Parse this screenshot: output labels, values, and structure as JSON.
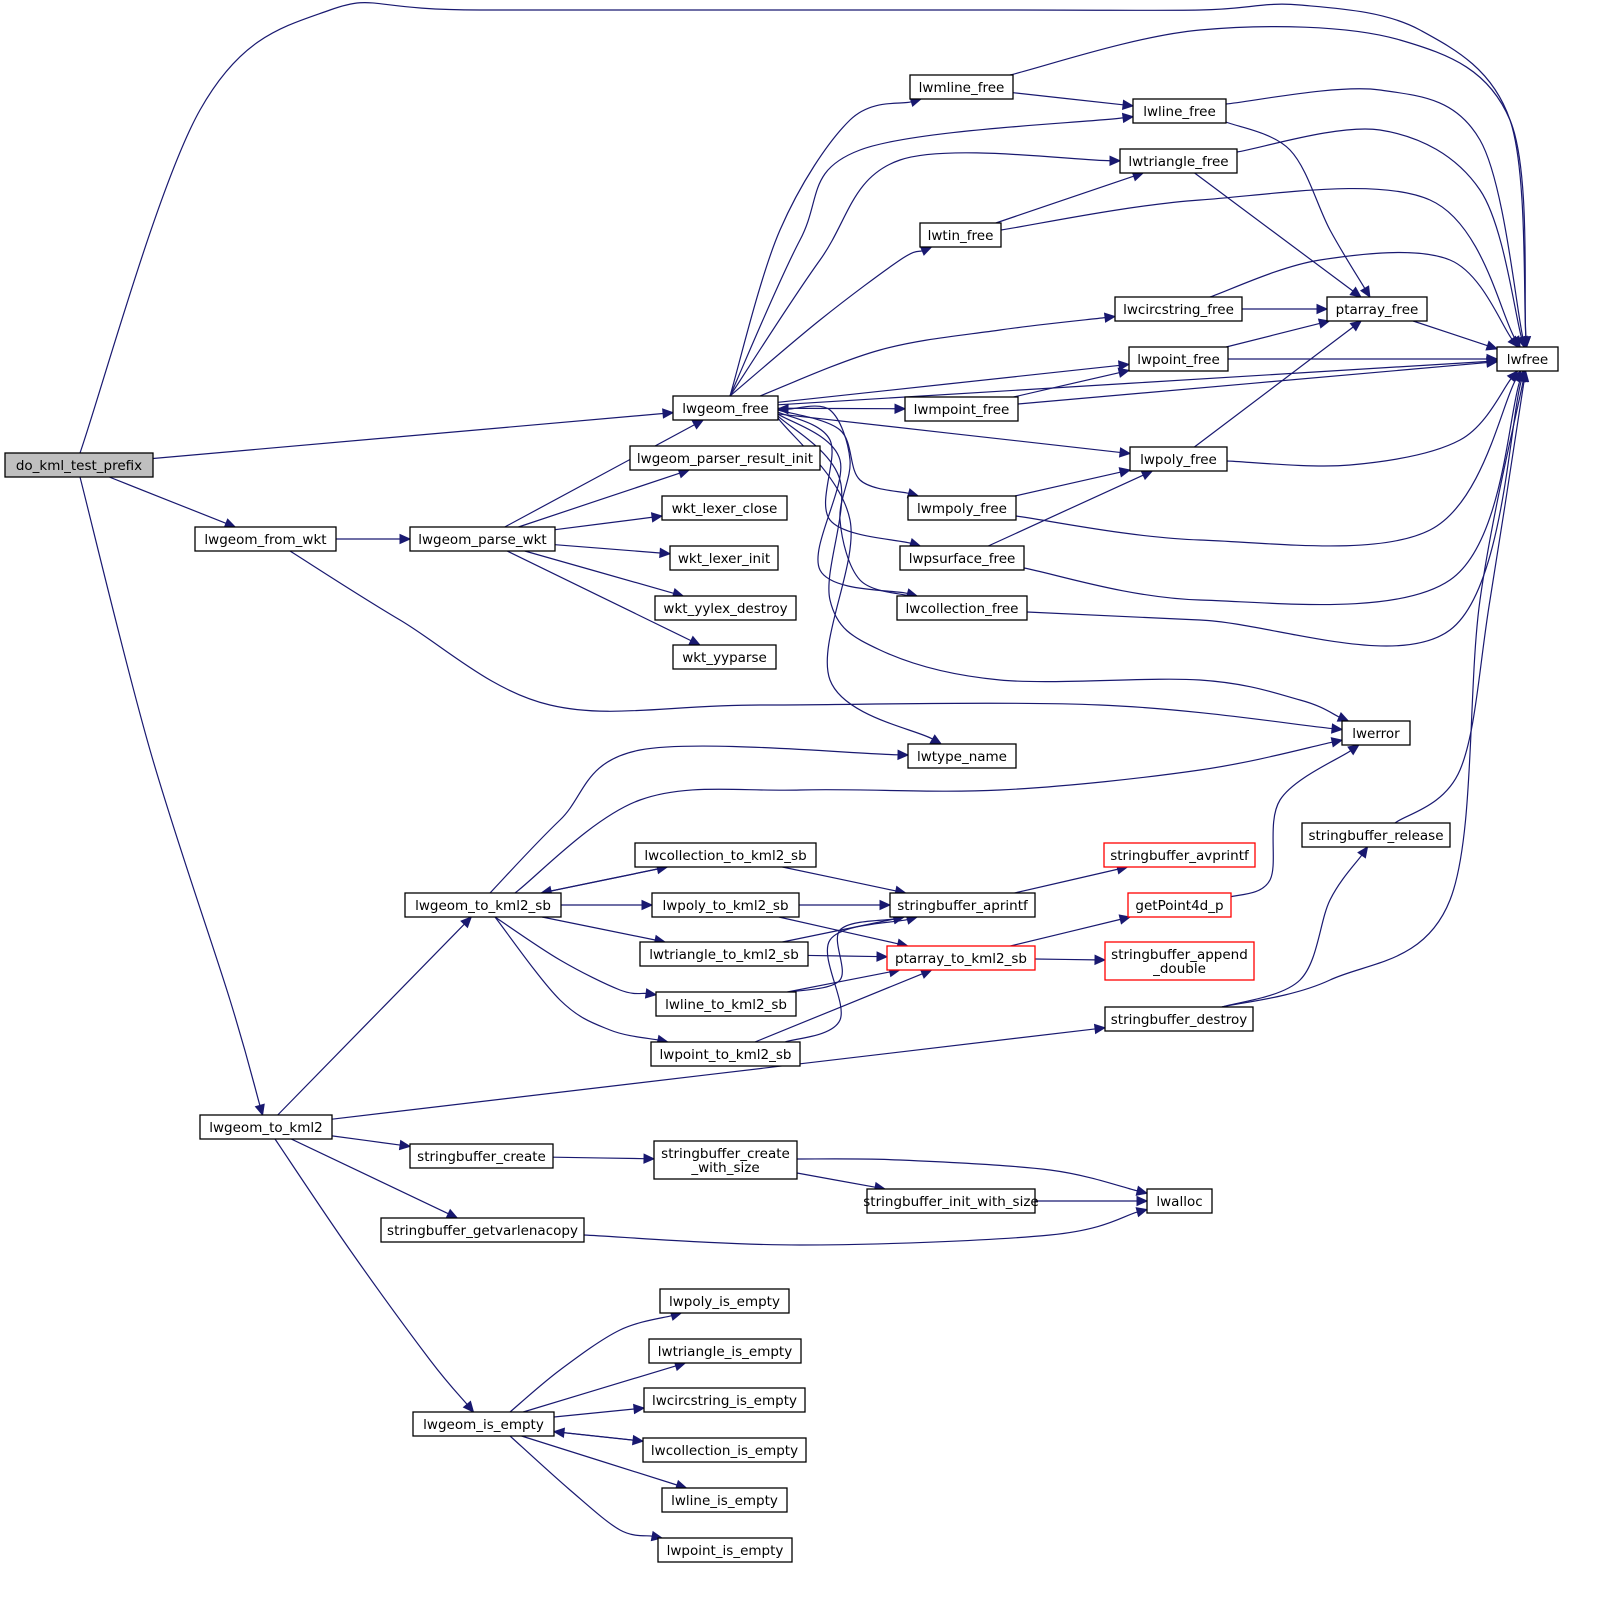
{
  "title": "do_kml_test_prefix call graph",
  "colors": {
    "edge": "#191970",
    "root_fill": "#bfbfbf",
    "node_border": "#000000",
    "external_border": "#ff0000",
    "background": "#ffffff"
  },
  "nodes": [
    {
      "id": "do_kml_test_prefix",
      "label": [
        "do_kml_test_prefix"
      ],
      "kind": "root"
    },
    {
      "id": "lwgeom_free",
      "label": [
        "lwgeom_free"
      ],
      "kind": "normal"
    },
    {
      "id": "lwgeom_from_wkt",
      "label": [
        "lwgeom_from_wkt"
      ],
      "kind": "normal"
    },
    {
      "id": "lwgeom_parse_wkt",
      "label": [
        "lwgeom_parse_wkt"
      ],
      "kind": "normal"
    },
    {
      "id": "lwgeom_parser_result_init",
      "label": [
        "lwgeom_parser_result_init"
      ],
      "kind": "normal"
    },
    {
      "id": "wkt_lexer_close",
      "label": [
        "wkt_lexer_close"
      ],
      "kind": "normal"
    },
    {
      "id": "wkt_lexer_init",
      "label": [
        "wkt_lexer_init"
      ],
      "kind": "normal"
    },
    {
      "id": "wkt_yylex_destroy",
      "label": [
        "wkt_yylex_destroy"
      ],
      "kind": "normal"
    },
    {
      "id": "wkt_yyparse",
      "label": [
        "wkt_yyparse"
      ],
      "kind": "normal"
    },
    {
      "id": "lwmline_free",
      "label": [
        "lwmline_free"
      ],
      "kind": "normal"
    },
    {
      "id": "lwline_free",
      "label": [
        "lwline_free"
      ],
      "kind": "normal"
    },
    {
      "id": "lwtriangle_free",
      "label": [
        "lwtriangle_free"
      ],
      "kind": "normal"
    },
    {
      "id": "lwtin_free",
      "label": [
        "lwtin_free"
      ],
      "kind": "normal"
    },
    {
      "id": "lwcircstring_free",
      "label": [
        "lwcircstring_free"
      ],
      "kind": "normal"
    },
    {
      "id": "ptarray_free",
      "label": [
        "ptarray_free"
      ],
      "kind": "normal"
    },
    {
      "id": "lwpoint_free",
      "label": [
        "lwpoint_free"
      ],
      "kind": "normal"
    },
    {
      "id": "lwfree",
      "label": [
        "lwfree"
      ],
      "kind": "normal"
    },
    {
      "id": "lwmpoint_free",
      "label": [
        "lwmpoint_free"
      ],
      "kind": "normal"
    },
    {
      "id": "lwpoly_free",
      "label": [
        "lwpoly_free"
      ],
      "kind": "normal"
    },
    {
      "id": "lwmpoly_free",
      "label": [
        "lwmpoly_free"
      ],
      "kind": "normal"
    },
    {
      "id": "lwpsurface_free",
      "label": [
        "lwpsurface_free"
      ],
      "kind": "normal"
    },
    {
      "id": "lwcollection_free",
      "label": [
        "lwcollection_free"
      ],
      "kind": "normal"
    },
    {
      "id": "lwerror",
      "label": [
        "lwerror"
      ],
      "kind": "normal"
    },
    {
      "id": "lwtype_name",
      "label": [
        "lwtype_name"
      ],
      "kind": "normal"
    },
    {
      "id": "lwgeom_to_kml2_sb",
      "label": [
        "lwgeom_to_kml2_sb"
      ],
      "kind": "normal"
    },
    {
      "id": "lwcollection_to_kml2_sb",
      "label": [
        "lwcollection_to_kml2_sb"
      ],
      "kind": "normal"
    },
    {
      "id": "lwpoly_to_kml2_sb",
      "label": [
        "lwpoly_to_kml2_sb"
      ],
      "kind": "normal"
    },
    {
      "id": "lwtriangle_to_kml2_sb",
      "label": [
        "lwtriangle_to_kml2_sb"
      ],
      "kind": "normal"
    },
    {
      "id": "lwline_to_kml2_sb",
      "label": [
        "lwline_to_kml2_sb"
      ],
      "kind": "normal"
    },
    {
      "id": "lwpoint_to_kml2_sb",
      "label": [
        "lwpoint_to_kml2_sb"
      ],
      "kind": "normal"
    },
    {
      "id": "stringbuffer_aprintf",
      "label": [
        "stringbuffer_aprintf"
      ],
      "kind": "normal"
    },
    {
      "id": "ptarray_to_kml2_sb",
      "label": [
        "ptarray_to_kml2_sb"
      ],
      "kind": "external"
    },
    {
      "id": "stringbuffer_avprintf",
      "label": [
        "stringbuffer_avprintf"
      ],
      "kind": "external"
    },
    {
      "id": "getPoint4d_p",
      "label": [
        "getPoint4d_p"
      ],
      "kind": "external"
    },
    {
      "id": "stringbuffer_append_double",
      "label": [
        "stringbuffer_append",
        "_double"
      ],
      "kind": "external"
    },
    {
      "id": "stringbuffer_release",
      "label": [
        "stringbuffer_release"
      ],
      "kind": "normal"
    },
    {
      "id": "stringbuffer_destroy",
      "label": [
        "stringbuffer_destroy"
      ],
      "kind": "normal"
    },
    {
      "id": "lwgeom_to_kml2",
      "label": [
        "lwgeom_to_kml2"
      ],
      "kind": "normal"
    },
    {
      "id": "stringbuffer_create",
      "label": [
        "stringbuffer_create"
      ],
      "kind": "normal"
    },
    {
      "id": "stringbuffer_create_with_size",
      "label": [
        "stringbuffer_create",
        "_with_size"
      ],
      "kind": "normal"
    },
    {
      "id": "stringbuffer_init_with_size",
      "label": [
        "stringbuffer_init_with_size"
      ],
      "kind": "normal"
    },
    {
      "id": "lwalloc",
      "label": [
        "lwalloc"
      ],
      "kind": "normal"
    },
    {
      "id": "stringbuffer_getvarlenacopy",
      "label": [
        "stringbuffer_getvarlenacopy"
      ],
      "kind": "normal"
    },
    {
      "id": "lwgeom_is_empty",
      "label": [
        "lwgeom_is_empty"
      ],
      "kind": "normal"
    },
    {
      "id": "lwpoly_is_empty",
      "label": [
        "lwpoly_is_empty"
      ],
      "kind": "normal"
    },
    {
      "id": "lwtriangle_is_empty",
      "label": [
        "lwtriangle_is_empty"
      ],
      "kind": "normal"
    },
    {
      "id": "lwcircstring_is_empty",
      "label": [
        "lwcircstring_is_empty"
      ],
      "kind": "normal"
    },
    {
      "id": "lwcollection_is_empty",
      "label": [
        "lwcollection_is_empty"
      ],
      "kind": "normal"
    },
    {
      "id": "lwline_is_empty",
      "label": [
        "lwline_is_empty"
      ],
      "kind": "normal"
    },
    {
      "id": "lwpoint_is_empty",
      "label": [
        "lwpoint_is_empty"
      ],
      "kind": "normal"
    }
  ],
  "edges": [
    [
      "do_kml_test_prefix",
      "lwfree"
    ],
    [
      "do_kml_test_prefix",
      "lwgeom_free"
    ],
    [
      "do_kml_test_prefix",
      "lwgeom_from_wkt"
    ],
    [
      "do_kml_test_prefix",
      "lwgeom_to_kml2"
    ],
    [
      "lwgeom_from_wkt",
      "lwgeom_parse_wkt"
    ],
    [
      "lwgeom_from_wkt",
      "lwerror"
    ],
    [
      "lwgeom_parse_wkt",
      "lwgeom_free"
    ],
    [
      "lwgeom_parse_wkt",
      "lwgeom_parser_result_init"
    ],
    [
      "lwgeom_parse_wkt",
      "wkt_lexer_close"
    ],
    [
      "lwgeom_parse_wkt",
      "wkt_lexer_init"
    ],
    [
      "lwgeom_parse_wkt",
      "wkt_yylex_destroy"
    ],
    [
      "lwgeom_parse_wkt",
      "wkt_yyparse"
    ],
    [
      "lwgeom_free",
      "lwmline_free"
    ],
    [
      "lwgeom_free",
      "lwline_free"
    ],
    [
      "lwgeom_free",
      "lwtriangle_free"
    ],
    [
      "lwgeom_free",
      "lwtin_free"
    ],
    [
      "lwgeom_free",
      "lwcircstring_free"
    ],
    [
      "lwgeom_free",
      "lwpoint_free"
    ],
    [
      "lwgeom_free",
      "lwmpoint_free"
    ],
    [
      "lwgeom_free",
      "lwpoly_free"
    ],
    [
      "lwgeom_free",
      "lwmpoly_free"
    ],
    [
      "lwgeom_free",
      "lwpsurface_free"
    ],
    [
      "lwgeom_free",
      "lwcollection_free"
    ],
    [
      "lwgeom_free",
      "lwerror"
    ],
    [
      "lwgeom_free",
      "lwtype_name"
    ],
    [
      "lwgeom_free",
      "lwfree"
    ],
    [
      "lwcollection_free",
      "lwgeom_free"
    ],
    [
      "lwcollection_free",
      "lwfree"
    ],
    [
      "lwmline_free",
      "lwline_free"
    ],
    [
      "lwmline_free",
      "lwfree"
    ],
    [
      "lwline_free",
      "ptarray_free"
    ],
    [
      "lwline_free",
      "lwfree"
    ],
    [
      "lwtriangle_free",
      "ptarray_free"
    ],
    [
      "lwtriangle_free",
      "lwfree"
    ],
    [
      "lwtin_free",
      "lwtriangle_free"
    ],
    [
      "lwtin_free",
      "lwfree"
    ],
    [
      "lwcircstring_free",
      "ptarray_free"
    ],
    [
      "lwcircstring_free",
      "lwfree"
    ],
    [
      "lwpoint_free",
      "ptarray_free"
    ],
    [
      "lwpoint_free",
      "lwfree"
    ],
    [
      "lwmpoint_free",
      "lwpoint_free"
    ],
    [
      "lwmpoint_free",
      "lwfree"
    ],
    [
      "lwpoly_free",
      "ptarray_free"
    ],
    [
      "lwpoly_free",
      "lwfree"
    ],
    [
      "lwmpoly_free",
      "lwpoly_free"
    ],
    [
      "lwmpoly_free",
      "lwfree"
    ],
    [
      "lwpsurface_free",
      "lwpoly_free"
    ],
    [
      "lwpsurface_free",
      "lwfree"
    ],
    [
      "ptarray_free",
      "lwfree"
    ],
    [
      "lwgeom_to_kml2",
      "lwgeom_to_kml2_sb"
    ],
    [
      "lwgeom_to_kml2",
      "stringbuffer_destroy"
    ],
    [
      "lwgeom_to_kml2",
      "stringbuffer_create"
    ],
    [
      "lwgeom_to_kml2",
      "stringbuffer_getvarlenacopy"
    ],
    [
      "lwgeom_to_kml2",
      "lwgeom_is_empty"
    ],
    [
      "lwgeom_to_kml2_sb",
      "lwtype_name"
    ],
    [
      "lwgeom_to_kml2_sb",
      "lwerror"
    ],
    [
      "lwgeom_to_kml2_sb",
      "lwcollection_to_kml2_sb"
    ],
    [
      "lwgeom_to_kml2_sb",
      "lwpoly_to_kml2_sb"
    ],
    [
      "lwgeom_to_kml2_sb",
      "lwtriangle_to_kml2_sb"
    ],
    [
      "lwgeom_to_kml2_sb",
      "lwline_to_kml2_sb"
    ],
    [
      "lwgeom_to_kml2_sb",
      "lwpoint_to_kml2_sb"
    ],
    [
      "lwcollection_to_kml2_sb",
      "lwgeom_to_kml2_sb"
    ],
    [
      "lwcollection_to_kml2_sb",
      "stringbuffer_aprintf"
    ],
    [
      "lwpoly_to_kml2_sb",
      "stringbuffer_aprintf"
    ],
    [
      "lwpoly_to_kml2_sb",
      "ptarray_to_kml2_sb"
    ],
    [
      "lwtriangle_to_kml2_sb",
      "stringbuffer_aprintf"
    ],
    [
      "lwtriangle_to_kml2_sb",
      "ptarray_to_kml2_sb"
    ],
    [
      "lwline_to_kml2_sb",
      "stringbuffer_aprintf"
    ],
    [
      "lwline_to_kml2_sb",
      "ptarray_to_kml2_sb"
    ],
    [
      "lwpoint_to_kml2_sb",
      "stringbuffer_aprintf"
    ],
    [
      "lwpoint_to_kml2_sb",
      "ptarray_to_kml2_sb"
    ],
    [
      "stringbuffer_aprintf",
      "stringbuffer_avprintf"
    ],
    [
      "ptarray_to_kml2_sb",
      "getPoint4d_p"
    ],
    [
      "ptarray_to_kml2_sb",
      "stringbuffer_append_double"
    ],
    [
      "getPoint4d_p",
      "lwerror"
    ],
    [
      "stringbuffer_destroy",
      "stringbuffer_release"
    ],
    [
      "stringbuffer_destroy",
      "lwfree"
    ],
    [
      "stringbuffer_release",
      "lwfree"
    ],
    [
      "stringbuffer_create",
      "stringbuffer_create_with_size"
    ],
    [
      "stringbuffer_create_with_size",
      "lwalloc"
    ],
    [
      "stringbuffer_create_with_size",
      "stringbuffer_init_with_size"
    ],
    [
      "stringbuffer_init_with_size",
      "lwalloc"
    ],
    [
      "stringbuffer_getvarlenacopy",
      "lwalloc"
    ],
    [
      "lwgeom_is_empty",
      "lwpoly_is_empty"
    ],
    [
      "lwgeom_is_empty",
      "lwtriangle_is_empty"
    ],
    [
      "lwgeom_is_empty",
      "lwcircstring_is_empty"
    ],
    [
      "lwgeom_is_empty",
      "lwcollection_is_empty"
    ],
    [
      "lwgeom_is_empty",
      "lwline_is_empty"
    ],
    [
      "lwgeom_is_empty",
      "lwpoint_is_empty"
    ],
    [
      "lwcollection_is_empty",
      "lwgeom_is_empty"
    ]
  ]
}
